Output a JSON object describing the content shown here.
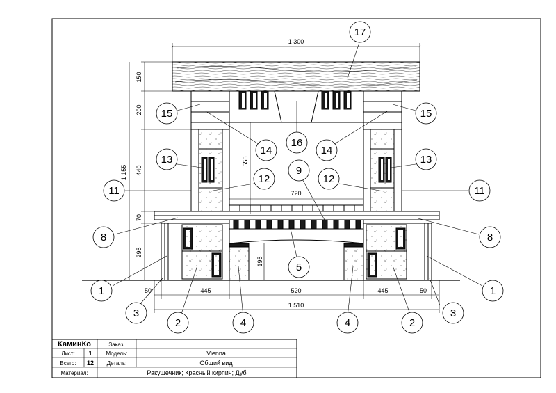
{
  "dimensions": {
    "top_width": "1 300",
    "h_150": "150",
    "h_200": "200",
    "h_440": "440",
    "h_70": "70",
    "h_295": "295",
    "h_total": "1 155",
    "h_555": "555",
    "w_720": "720",
    "h_195": "195",
    "w_50_left": "50",
    "w_445_left": "445",
    "w_520": "520",
    "w_445_right": "445",
    "w_50_right": "50",
    "w_total": "1 510"
  },
  "callouts": {
    "c17": "17",
    "c15_left": "15",
    "c15_right": "15",
    "c14_left": "14",
    "c14_right": "14",
    "c16": "16",
    "c13_left": "13",
    "c13_right": "13",
    "c9": "9",
    "c12_left": "12",
    "c12_right": "12",
    "c11_left": "11",
    "c11_right": "11",
    "c8_left": "8",
    "c8_right": "8",
    "c5": "5",
    "c1_left": "1",
    "c1_right": "1",
    "c3_left": "3",
    "c3_right": "3",
    "c2_left": "2",
    "c2_right": "2",
    "c4_left": "4",
    "c4_right": "4"
  },
  "title_block": {
    "company": "КаминКо",
    "order_label": "Заказ:",
    "order_value": "",
    "sheet_label": "Лист:",
    "sheet_value": "1",
    "model_label": "Модель:",
    "model_value": "Vienna",
    "total_label": "Всего:",
    "total_value": "12",
    "detail_label": "Деталь:",
    "detail_value": "Общий вид",
    "material_label": "Материал:",
    "material_value": "Ракушечник; Красный кирпич; Дуб"
  },
  "colors": {
    "line": "#000000",
    "brick_fill": "#ffffff",
    "dark_joint": "#1a1a1a",
    "paper": "#ffffff"
  }
}
